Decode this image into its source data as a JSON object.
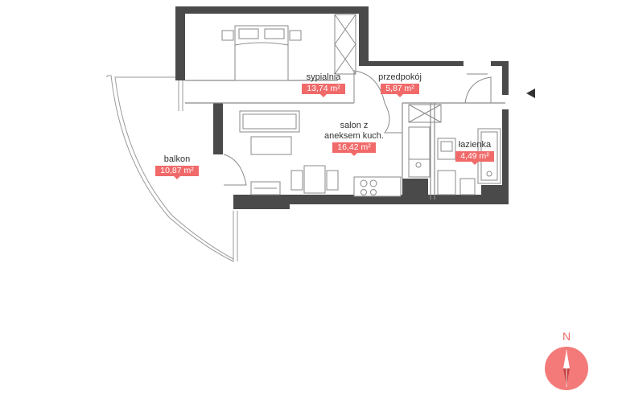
{
  "rooms": {
    "sypialnia": {
      "name": "sypialnia",
      "area": "13,74 m²"
    },
    "przedpokoj": {
      "name": "przedpokój",
      "area": "5,87 m²"
    },
    "salon": {
      "name_line1": "salon z",
      "name_line2": "aneksem kuch.",
      "area": "16,42 m²"
    },
    "lazienka": {
      "name": "łazienka",
      "area": "4,49 m²"
    },
    "balkon": {
      "name": "balkon",
      "area": "10,87 m²"
    }
  },
  "compass": {
    "label": "N"
  },
  "colors": {
    "wall": "#4a4a4a",
    "accent": "#f16a6a",
    "line": "#9a9a9a"
  },
  "icons": {
    "entrance": "entrance-arrow-icon",
    "compass": "compass-icon"
  }
}
